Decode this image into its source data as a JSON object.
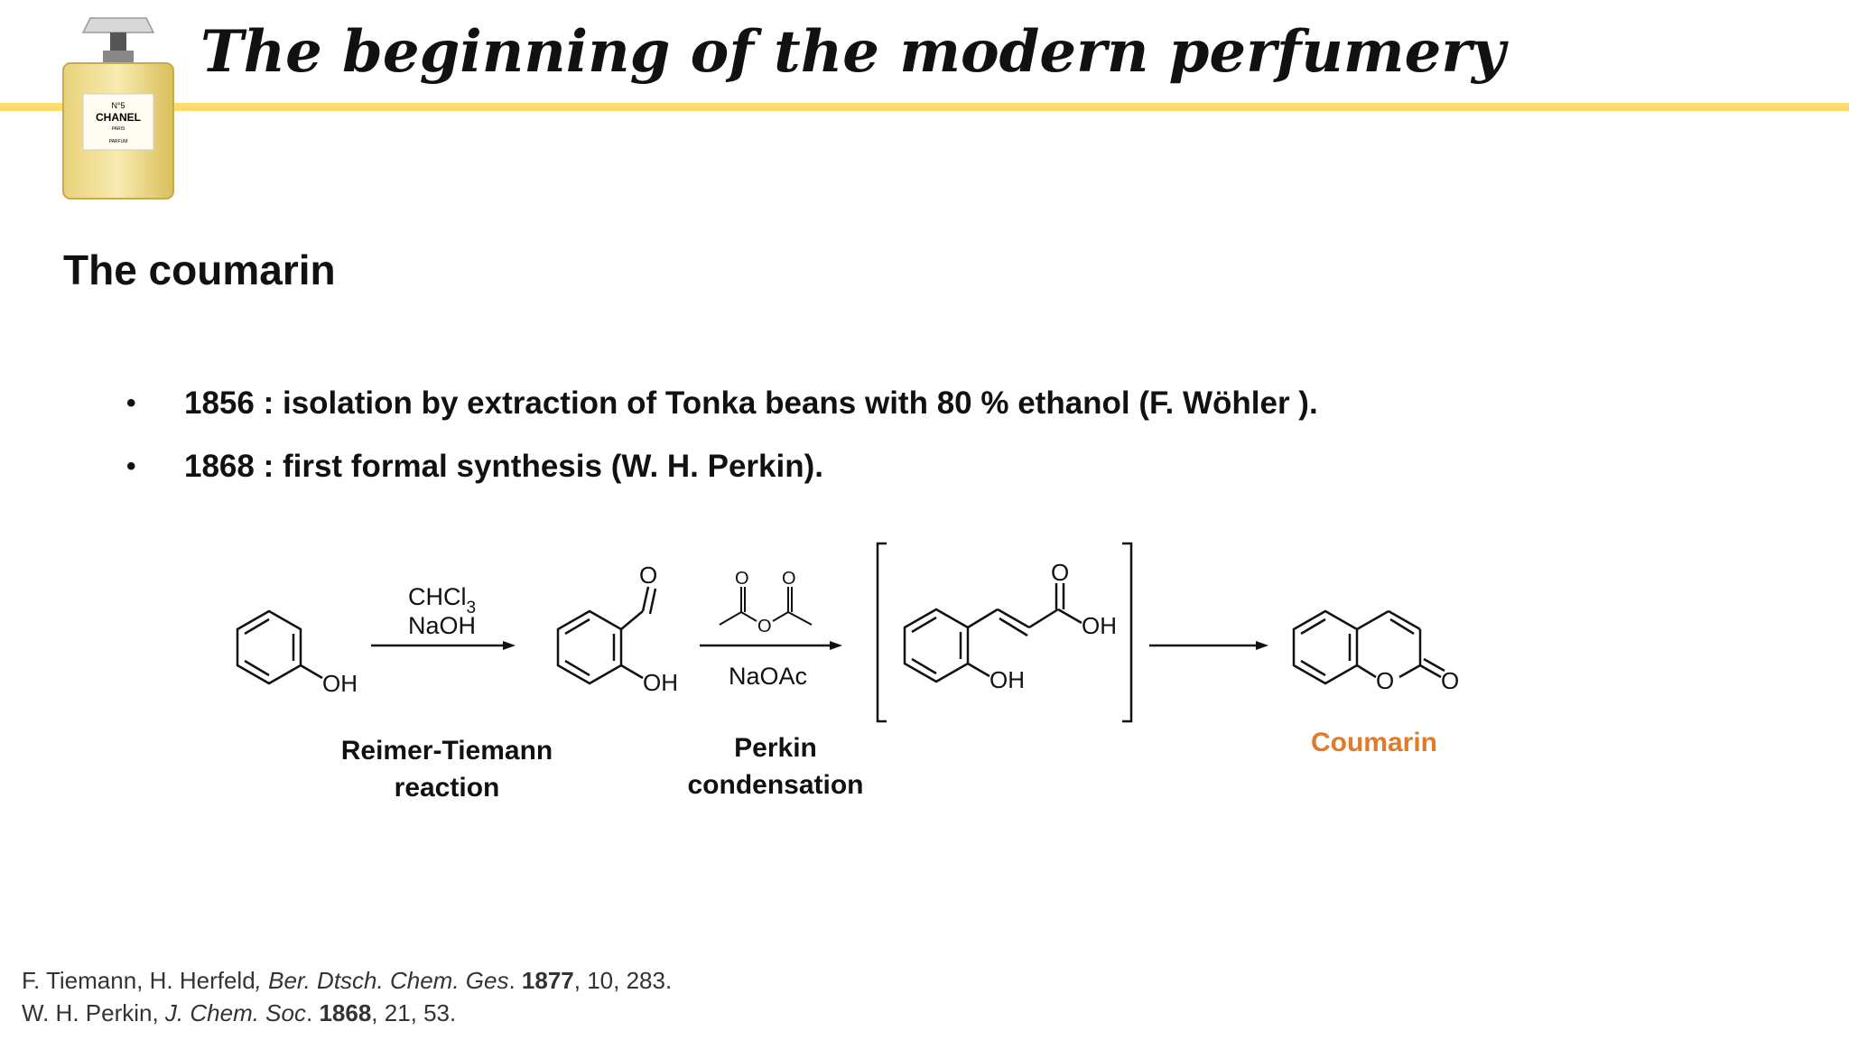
{
  "header": {
    "title": "The beginning of the modern perfumery"
  },
  "logo": {
    "line1": "N°5",
    "line2": "CHANEL",
    "line3": "PARIS",
    "line4": "PARFUM"
  },
  "section": {
    "title": "The coumarin"
  },
  "bullets": [
    "1856 : isolation by extraction of Tonka beans with 80 % ethanol (F. Wöhler ).",
    "1868 : first formal synthesis (W. H. Perkin)."
  ],
  "scheme": {
    "step1_reagent1": "CHCl",
    "step1_reagent1_sub": "3",
    "step1_reagent2": "NaOH",
    "step2_reagent": "NaOAc",
    "oh": "OH",
    "o": "O",
    "label_reimer_1": "Reimer-Tiemann",
    "label_reimer_2": "reaction",
    "label_perkin_1": "Perkin",
    "label_perkin_2": "condensation",
    "label_product": "Coumarin",
    "product_color": "#E07B28"
  },
  "references": [
    {
      "authors": "F. Tiemann, H. Herfeld",
      "journal": "Ber. Dtsch. Chem. Ges",
      "year": "1877",
      "rest": ", 10, 283."
    },
    {
      "authors": "W. H. Perkin, ",
      "journal": "J. Chem. Soc",
      "year": "1868",
      "rest": ", 21, 53."
    }
  ],
  "colors": {
    "accent_line": "#FFDB6E"
  }
}
